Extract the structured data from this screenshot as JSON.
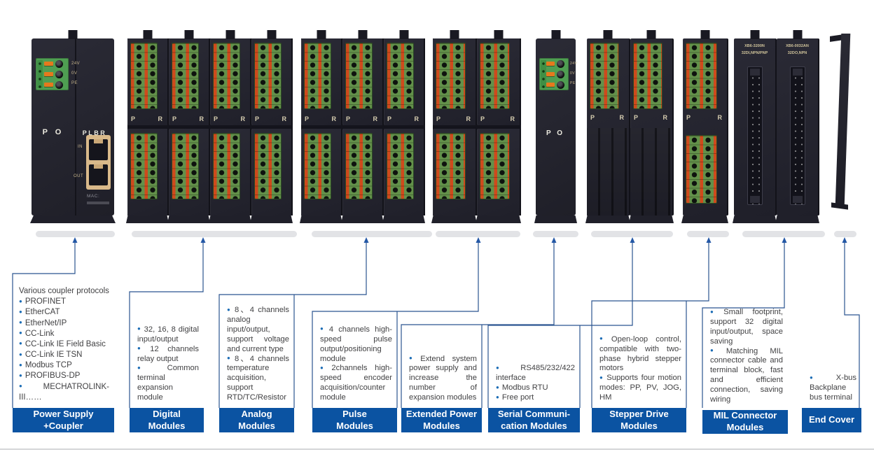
{
  "sections": [
    {
      "title": "Various coupler protocols",
      "bullets": [
        "PROFINET",
        "EtherCAT",
        "EtherNet/IP",
        "CC-Link",
        "CC-Link IE Field Basic",
        "CC-Link IE TSN",
        "Modbus TCP",
        "PROFIBUS-DP",
        "MECHATROLINK-III……"
      ],
      "label": "Power Supply\n+Coupler"
    },
    {
      "bullets": [
        "32, 16, 8 digital input/output",
        "12 channels relay output",
        "Common terminal expansion module"
      ],
      "label": "Digital\nModules"
    },
    {
      "bullets": [
        "8、4 channels analog input/output, support voltage and current type",
        "8、4 channels temperature acquisition, support RTD/TC/Resistor"
      ],
      "label": "Analog\nModules"
    },
    {
      "bullets": [
        "4 channels high-speed pulse output/positioning module",
        "2channels high-speed encoder acquisition/counter module"
      ],
      "label": "Pulse\nModules"
    },
    {
      "bullets": [
        "Extend system power supply and increase the number of expansion modules"
      ],
      "label": "Extended Power\nModules"
    },
    {
      "bullets": [
        "RS485/232/422 interface",
        "Modbus RTU",
        "Free port"
      ],
      "label": "Serial Communi-\ncation Modules"
    },
    {
      "bullets": [
        "Open-loop control, compatible with two-phase hybrid stepper motors",
        "Supports four motion modes: PP, PV, JOG, HM"
      ],
      "label": "Stepper Drive\nModules"
    },
    {
      "bullets": [
        "Small footprint, support 32 digital input/output, space saving",
        "Matching MIL connector cable and terminal block, fast and efficient connection, saving wiring"
      ],
      "label": "MIL Connector\nModules"
    },
    {
      "bullets": [
        "X-bus Backplane bus terminal"
      ],
      "label": "End Cover"
    }
  ],
  "hardware": {
    "power_coupler": {
      "left_text": "P O",
      "right_text": "PLBR",
      "terminals": [
        "24V",
        "0V",
        "PE"
      ],
      "port_in": "IN",
      "port_out": "OUT",
      "mac_text": "MAC:"
    },
    "extended_power": {
      "text": "P O",
      "terminals": [
        "24V",
        "0V",
        "PE"
      ]
    },
    "io_band": {
      "left": "P",
      "right": "R"
    },
    "mil_modules": [
      {
        "model": "XB6-3200N",
        "channels": "32DI,NPN/PNP"
      },
      {
        "model": "XB6-0032AN",
        "channels": "32DO,NPN"
      }
    ]
  },
  "colors": {
    "label_blue": "#0b53a2",
    "bullet_blue": "#1b6cb5",
    "connector_navy": "#2b5590",
    "rail_gray": "#e2e3e6",
    "module_body": "#23232c",
    "terminal_green": "#63914a",
    "clamp_orange": "#cf4a1c",
    "port_tan": "#d9b98a"
  }
}
